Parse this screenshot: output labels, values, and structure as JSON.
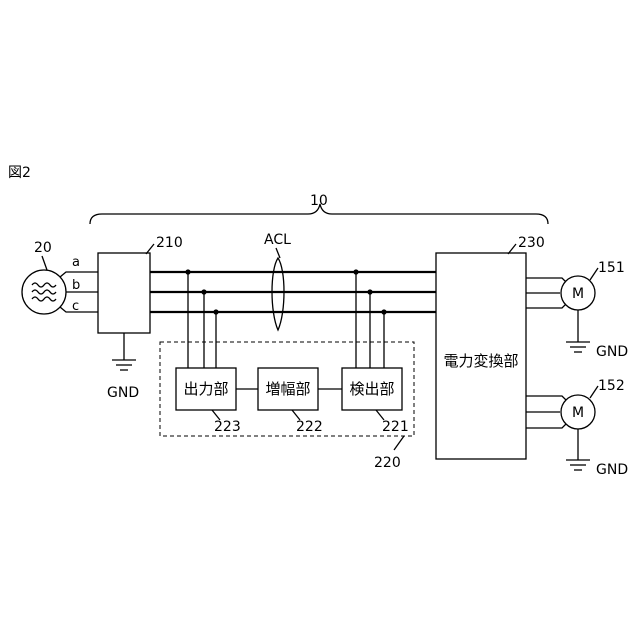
{
  "figure_label": "図2",
  "system_ref": "10",
  "source": {
    "ref": "20",
    "phases": [
      "a",
      "b",
      "c"
    ]
  },
  "block_210": {
    "ref": "210"
  },
  "ground_210": {
    "label": "GND"
  },
  "acl": {
    "label": "ACL"
  },
  "detection_group": {
    "ref": "220",
    "blocks": [
      {
        "ref": "223",
        "label": "出力部"
      },
      {
        "ref": "222",
        "label": "増幅部"
      },
      {
        "ref": "221",
        "label": "検出部"
      }
    ]
  },
  "converter": {
    "ref": "230",
    "label": "電力変換部"
  },
  "motors": [
    {
      "ref": "151",
      "symbol": "M",
      "ground": "GND"
    },
    {
      "ref": "152",
      "symbol": "M",
      "ground": "GND"
    }
  ]
}
